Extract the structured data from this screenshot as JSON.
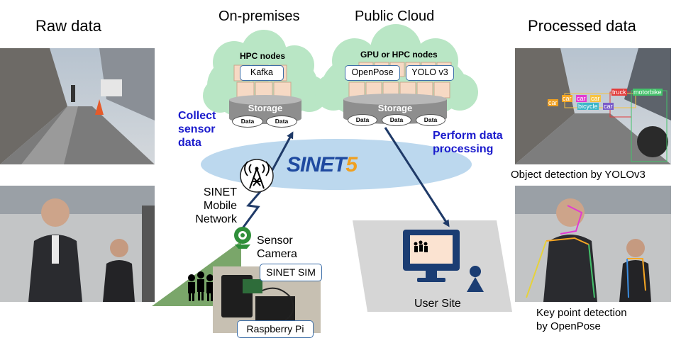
{
  "headings": {
    "raw": "Raw data",
    "on_premises": "On-premises",
    "public_cloud": "Public Cloud",
    "processed": "Processed data"
  },
  "on_premises": {
    "nodes_label": "HPC nodes",
    "app": "Kafka",
    "storage": "Storage",
    "data": [
      "Data",
      "Data"
    ]
  },
  "cloud": {
    "nodes_label": "GPU or HPC nodes",
    "apps": [
      "OpenPose",
      "YOLO v3"
    ],
    "storage": "Storage",
    "data": [
      "Data",
      "Data",
      "Data"
    ]
  },
  "network": {
    "logo_text": "SINET",
    "logo_number": "5",
    "mobile_label": [
      "SINET",
      "Mobile",
      "Network"
    ],
    "collect_label": [
      "Collect",
      "sensor",
      "data"
    ],
    "process_label": [
      "Perform data",
      "processing"
    ]
  },
  "sensor": {
    "camera_label": [
      "Sensor",
      "Camera"
    ],
    "sim_label": "SINET SIM",
    "device_label": "Raspberry Pi"
  },
  "user_site": {
    "label": "User Site"
  },
  "processed_captions": {
    "object_detection": "Object detection by YOLOv3",
    "keypoint_detection": [
      "Key point detection",
      "by OpenPose"
    ]
  },
  "detections": [
    "truck",
    "motorbike",
    "car",
    "car",
    "car",
    "car",
    "bicycle",
    "car"
  ],
  "colors": {
    "cloud_fill": "#b9e6c5",
    "network_ellipse": "#bcd8ee",
    "arrow": "#1f3a68",
    "label_blue": "#1a1acc",
    "storage_gray": "#8e8e8e",
    "node_box": "#f6d9c4",
    "camera_green": "#2f8f3a",
    "field_green": "#7aa66a",
    "user_plane": "#d6d6d6",
    "monitor": "#1b3d73"
  }
}
